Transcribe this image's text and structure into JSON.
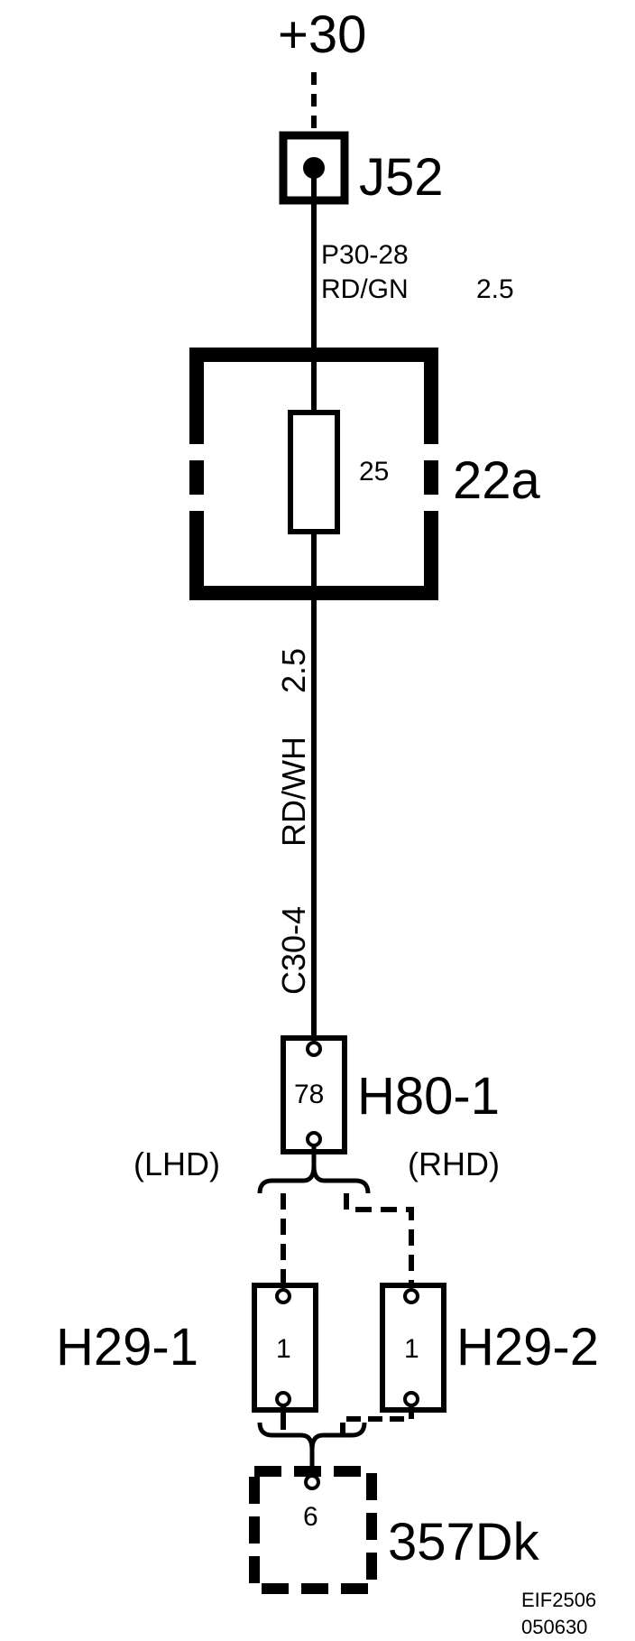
{
  "supply": {
    "label": "+30"
  },
  "junction": {
    "label": "J52"
  },
  "wire_top": {
    "code": "P30-28",
    "color": "RD/GN",
    "size": "2.5"
  },
  "fuse": {
    "label": "22a",
    "rating": "25"
  },
  "wire_mid": {
    "code": "C30-4",
    "color": "RD/WH",
    "size": "2.5"
  },
  "connector_main": {
    "label": "H80-1",
    "pin": "78"
  },
  "variants": {
    "left": "(LHD)",
    "right": "(RHD)"
  },
  "connector_left": {
    "label": "H29-1",
    "pin": "1"
  },
  "connector_right": {
    "label": "H29-2",
    "pin": "1"
  },
  "ground_block": {
    "label": "357Dk",
    "pin": "6"
  },
  "footer": {
    "ref": "EIF2506",
    "date": "050630"
  }
}
